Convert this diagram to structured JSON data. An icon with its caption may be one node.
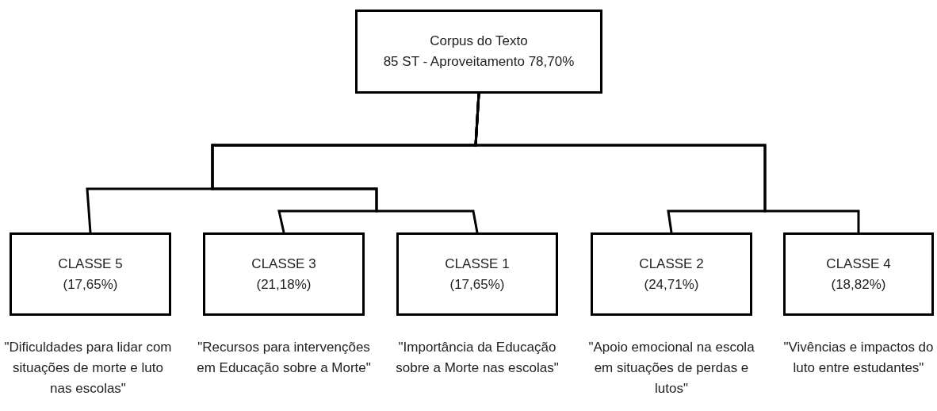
{
  "diagram": {
    "nodes": [
      {
        "text": [
          "Corpus do Texto",
          "85 ST - Aproveitamento 78,70%"
        ]
      },
      {
        "text": [
          "CLASSE 5",
          "(17,65%)"
        ],
        "beside": [
          "\"Dificuldades para lidar com situações de morte e luto nas escolas\""
        ]
      },
      {
        "text": [
          "CLASSE 3",
          "(21,18%)"
        ],
        "beside": [
          "\"Recursos para intervenções em Educação sobre a Morte\""
        ]
      },
      {
        "text": [
          "CLASSE 1",
          "(17,65%)"
        ],
        "beside": [
          "\"Importância da Educação sobre a Morte nas escolas\""
        ]
      },
      {
        "text": [
          "CLASSE 2",
          "(24,71%)"
        ],
        "beside": [
          "\"Apoio emocional na escola em situações de perdas e lutos\""
        ]
      },
      {
        "text": [
          "CLASSE 4",
          "(18,82%)"
        ],
        "beside": [
          "\"Vivências e impactos do luto entre estudantes\""
        ]
      }
    ],
    "edges": [
      {
        "from": 0,
        "to": 1,
        "arrow": "none"
      },
      {
        "from": 0,
        "to": 2,
        "arrow": "none"
      },
      {
        "from": 0,
        "to": 3,
        "arrow": "none"
      },
      {
        "from": 0,
        "to": 4,
        "arrow": "none"
      },
      {
        "from": 0,
        "to": 5,
        "arrow": "none"
      }
    ]
  }
}
